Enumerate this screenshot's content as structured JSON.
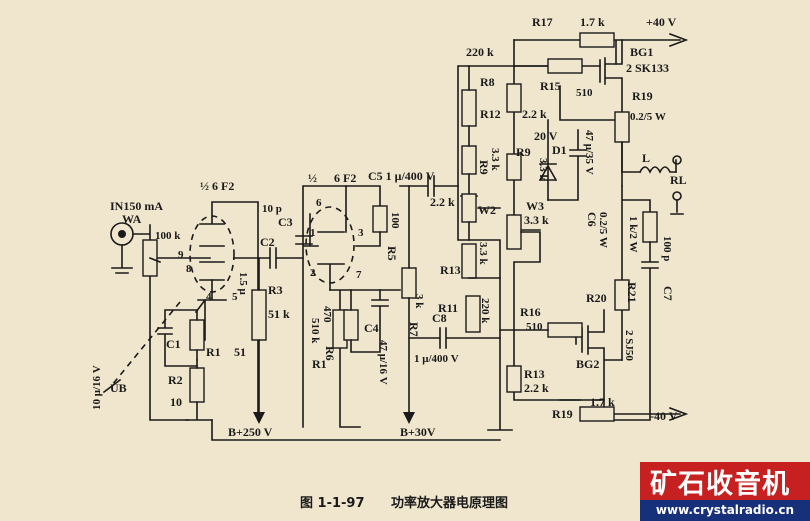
{
  "caption": {
    "fig_no": "图 1-1-97",
    "title": "功率放大器电原理图"
  },
  "watermark": {
    "name": "矿石收音机",
    "url": "www.crystalradio.cn"
  },
  "labels": {
    "meter": "IN150 mA",
    "wa": "WA",
    "r_100k": "100 k",
    "tube1": "½ 6 F2",
    "tube2_a": "½",
    "tube2_b": "6 F2",
    "pin9": "9",
    "pin8": "8",
    "pin4": "4",
    "pin5": "5",
    "pin1": "1",
    "pin2": "2",
    "pin6": "6",
    "pin3": "3",
    "pin7": "7",
    "c10p": "10 p",
    "c3": "C3",
    "c2": "C2",
    "c2v": "1.5 μ",
    "r3": "R3",
    "r3v": "51 k",
    "r1": "R1",
    "r1v": "51",
    "c1": "C1",
    "c1v": "10 μ/16 V",
    "r2": "R2",
    "r2v": "10",
    "ub": "UB",
    "b250": "B+250 V",
    "r1b": "R1",
    "r510k": "510 k",
    "r6": "R6",
    "r6v": "470",
    "c4": "C4",
    "c4v": "47 μ/16 V",
    "c5": "C5 1 μ/400 V",
    "r_100": "100",
    "r5": "R5",
    "r7": "R7",
    "r7v": "3 k",
    "b30": "B+30V",
    "c8": "C8",
    "c8v": "1 μ/400 V",
    "r220k": "220 k",
    "r8": "R8",
    "r12": "R12",
    "r9_left": "R9",
    "r33k_left": "3.3 k",
    "r22k_a": "2.2 k",
    "w2": "W2",
    "r33k_b": "3.3 k",
    "r13_left": "R13",
    "r11": "R11",
    "r220k_b": "220 k",
    "r17": "R17",
    "r17v": "1.7 k",
    "v_pos": "+40 V",
    "r15": "R15",
    "r15v": "510",
    "r22k_r": "2.2 k",
    "r9": "R9",
    "r9v": "3.3 k",
    "w3": "W3",
    "w3v": "3.3 k",
    "v20": "20 V",
    "d1": "D1",
    "c_47u": "47 μ/35 V",
    "bg1": "BG1",
    "bg1v": "2 SK133",
    "r19_top": "R19",
    "r19_topv": "0.2/5 W",
    "l": "L",
    "rl": "RL",
    "c6": "C6",
    "c6v": "0.2/5 W",
    "r20": "R20",
    "r21": "R21",
    "r21v": "1 k/2 W",
    "c7": "C7",
    "c7v": "100 p",
    "r16": "R16",
    "r16v": "510",
    "r13": "R13",
    "r13v": "2.2 k",
    "bg2": "BG2",
    "bg2v": "2 SJ50",
    "r19": "R19",
    "r19v": "1.7 k",
    "v_neg": "-40 V"
  }
}
